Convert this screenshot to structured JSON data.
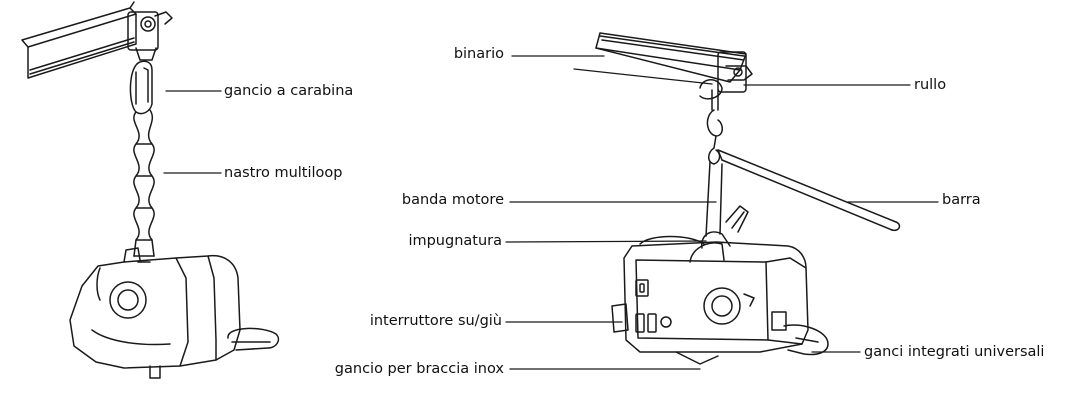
{
  "left_device": {
    "labels": {
      "carabiner": "gancio a carabina",
      "multiloop": "nastro multiloop"
    }
  },
  "right_device": {
    "labels": {
      "rail": "binario",
      "roller": "rullo",
      "motor_strap": "banda motore",
      "bar": "barra",
      "handle": "impugnatura",
      "updown_switch": "interruttore su/giù",
      "integrated_hooks": "ganci integrati universali",
      "inox_arm_hook": "gancio per braccia inox"
    }
  }
}
